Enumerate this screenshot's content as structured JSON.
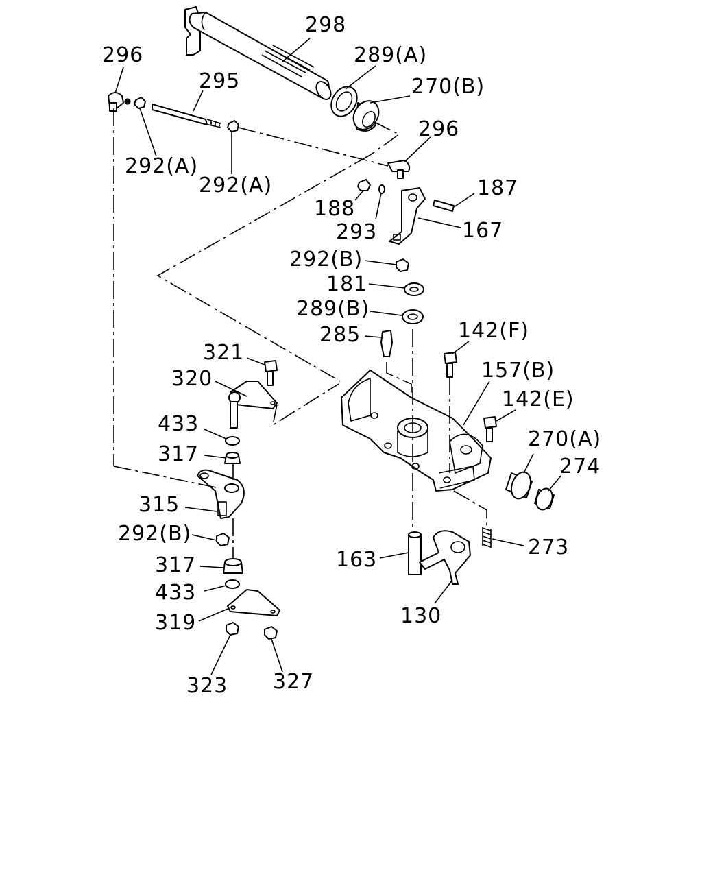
{
  "labels": [
    "298",
    "296",
    "289(A)",
    "295",
    "270(B)",
    "292(A)",
    "292(A)",
    "296",
    "187",
    "188",
    "293",
    "167",
    "292(B)",
    "181",
    "289(B)",
    "285",
    "142(F)",
    "321",
    "157(B)",
    "320",
    "142(E)",
    "270(A)",
    "433",
    "274",
    "317",
    "315",
    "292(B)",
    "273",
    "317",
    "163",
    "433",
    "319",
    "130",
    "323",
    "327"
  ]
}
